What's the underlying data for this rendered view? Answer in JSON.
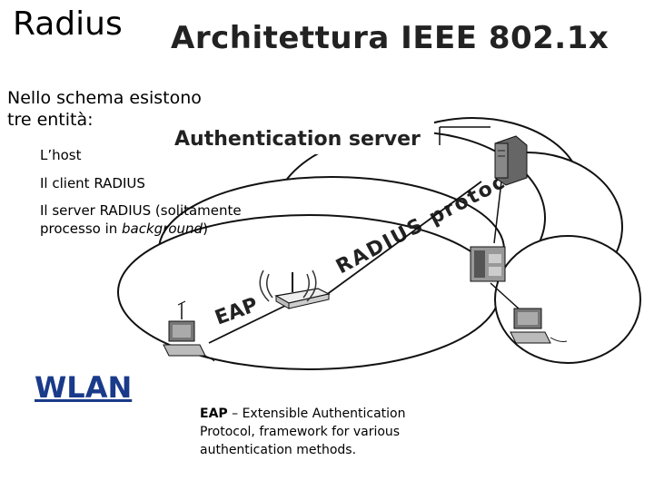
{
  "slide": {
    "title": "Radius",
    "figure_title": "Architettura IEEE 802.1x",
    "intro_text": "Nello schema esistono tre entità:",
    "entities": [
      "L’host",
      "Il client RADIUS",
      "Il server RADIUS (solitamente processo  in "
    ],
    "entity_3_italic": "background",
    "entity_3_tail": ")",
    "wlan_label": "WLAN"
  },
  "diagram": {
    "authentication_server_label": "Authentication server",
    "radius_protocol_label": "RADIUS protocol",
    "eap_label": "EAP"
  },
  "note": {
    "term": "EAP",
    "definition": " – Extensible Authentication Protocol, framework for various authentication methods."
  }
}
